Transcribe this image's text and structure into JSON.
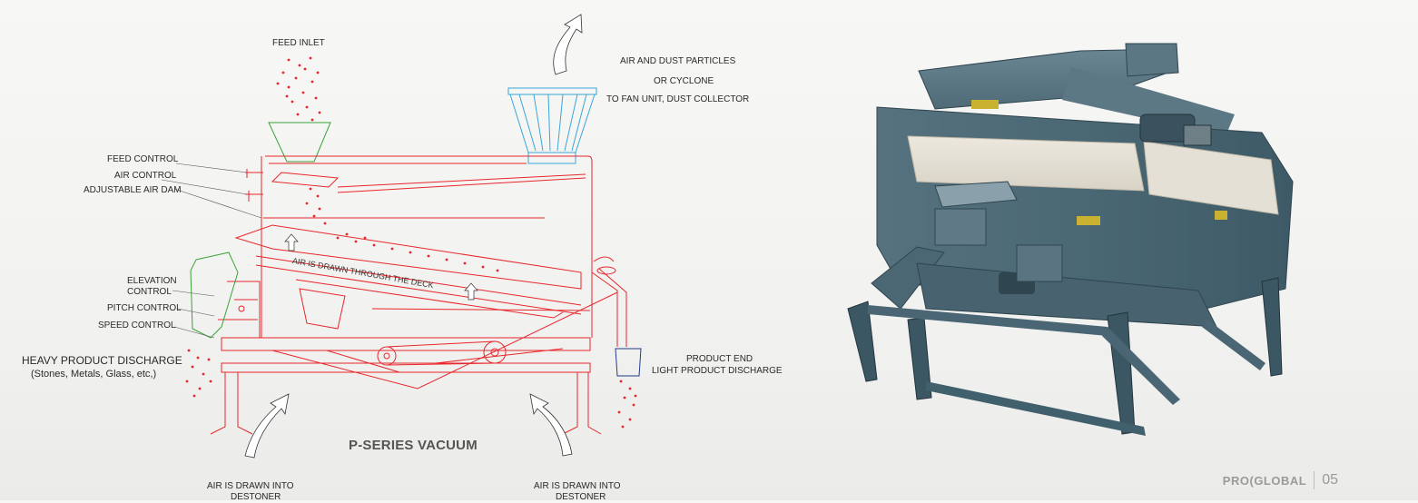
{
  "labels": {
    "feed_inlet": "FEED INLET",
    "air_dust_1": "AIR AND DUST PARTICLES",
    "air_dust_2": "OR CYCLONE",
    "air_dust_3": "TO FAN UNIT, DUST COLLECTOR",
    "feed_control": "FEED CONTROL",
    "air_control": "AIR CONTROL",
    "adjustable_air_dam": "ADJUSTABLE AIR DAM",
    "elevation_control_1": "ELEVATION",
    "elevation_control_2": "CONTROL",
    "pitch_control": "PITCH CONTROL",
    "speed_control": "SPEED CONTROL",
    "heavy_discharge_1": "HEAVY PRODUCT DISCHARGE",
    "heavy_discharge_2": "(Stones, Metals, Glass, etc,)",
    "deck_air": "AIR IS DRAWN THROUGH THE DECK",
    "product_end_1": "PRODUCT END",
    "product_end_2": "LIGHT PRODUCT DISCHARGE",
    "air_drawn_left_1": "AIR IS DRAWN INTO",
    "air_drawn_left_2": "DESTONER",
    "air_drawn_right_1": "AIR IS DRAWN INTO",
    "air_drawn_right_2": "DESTONER",
    "title": "P-SERIES VACUUM"
  },
  "footer": {
    "brand_left": "PRO",
    "brand_right": "GLOBAL",
    "page": "05"
  },
  "colors": {
    "machine_line": "#e8262b",
    "hopper": "#3aa33a",
    "hood": "#39a6d9",
    "particles": "#e8262b",
    "photo_body": "#4f6e7c"
  }
}
